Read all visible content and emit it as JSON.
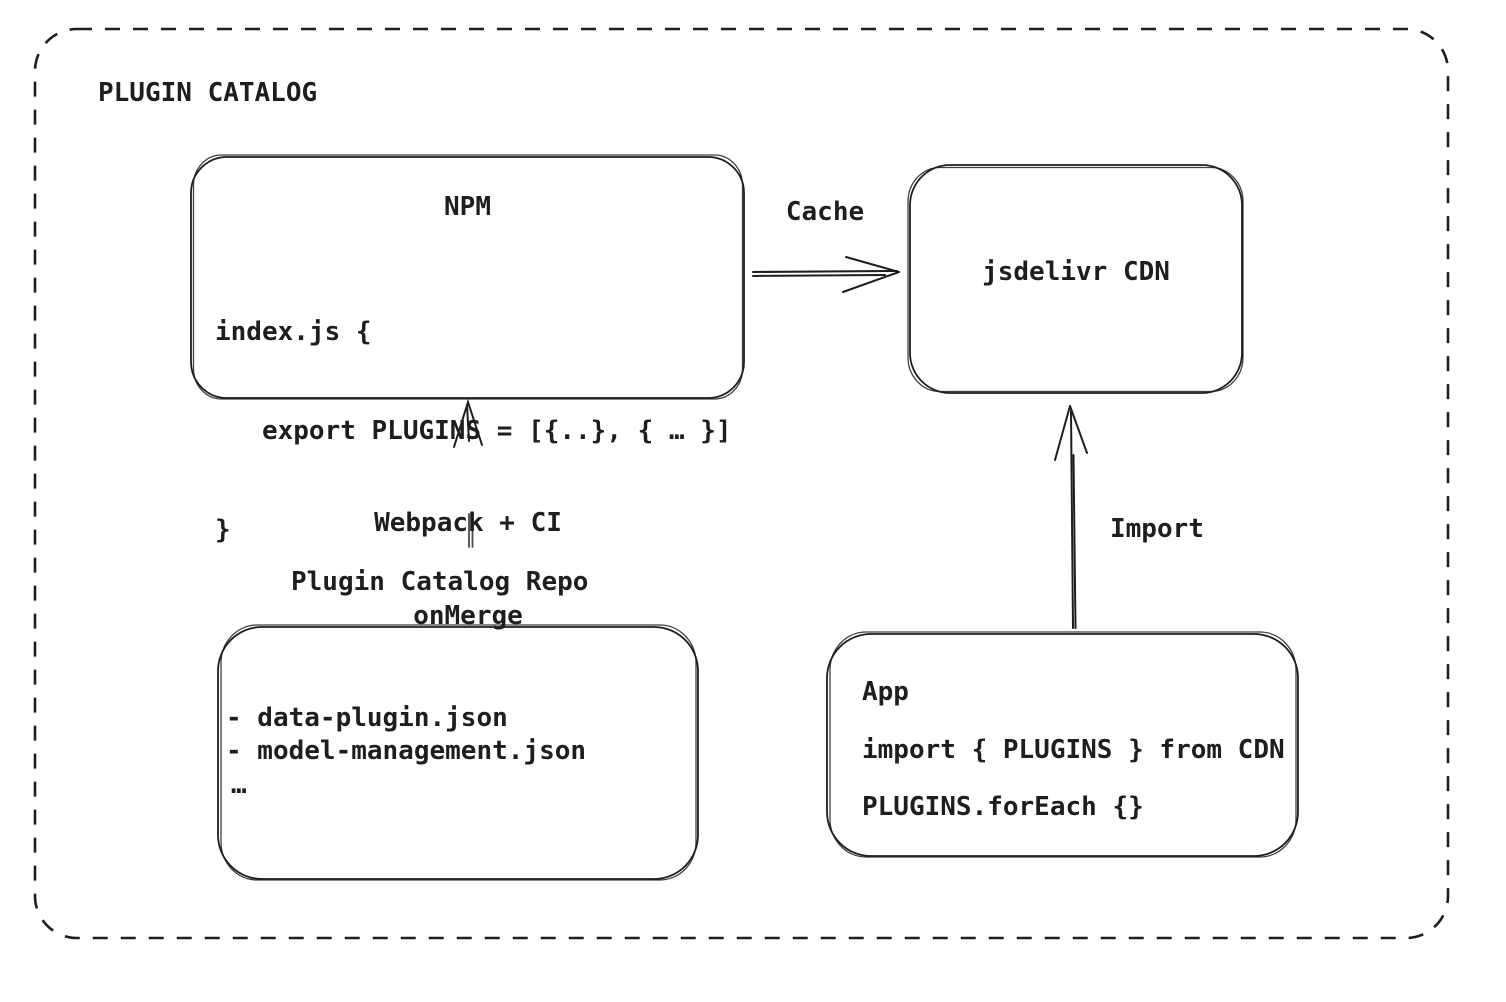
{
  "diagram": {
    "title": "PLUGIN CATALOG",
    "nodes": {
      "npm": {
        "title": "NPM",
        "code": [
          "index.js {",
          "   export PLUGINS = [{..}, { … }]",
          "}"
        ]
      },
      "cdn": {
        "label": "jsdelivr CDN"
      },
      "repo": {
        "label": "Plugin Catalog Repo",
        "items": [
          "- data-plugin.json",
          "- model-management.json",
          "…"
        ]
      },
      "app": {
        "title": "App",
        "code": [
          "import { PLUGINS } from CDN",
          "PLUGINS.forEach {}"
        ]
      }
    },
    "edges": {
      "cache": {
        "label": "Cache"
      },
      "build": {
        "labels": [
          "Webpack + CI",
          "onMerge"
        ]
      },
      "import": {
        "label": "Import"
      }
    },
    "colors": {
      "stroke": "#1e1e1e",
      "background": "#ffffff"
    }
  }
}
